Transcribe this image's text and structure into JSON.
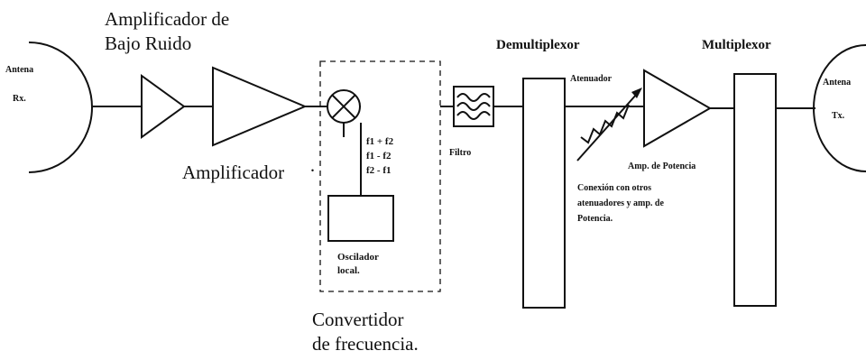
{
  "labels": {
    "antenna_rx_name": "Antena",
    "antenna_rx_tag": "Rx.",
    "lna_line1": "Amplificador de",
    "lna_line2": "Bajo Ruido",
    "amplifier": "Amplificador",
    "mixer_products": [
      "f1 + f2",
      "f1 - f2",
      "f2 - f1"
    ],
    "local_osc_line1": "Oscilador",
    "local_osc_line2": "local.",
    "converter_line1": "Convertidor",
    "converter_line2": "de frecuencia.",
    "filter": "Filtro",
    "demux": "Demultiplexor",
    "attenuator": "Atenuador",
    "power_amp": "Amp. de Potencia",
    "connection_note": [
      "Conexión con otros",
      "atenuadores y amp. de",
      "Potencia."
    ],
    "mux": "Multiplexor",
    "antenna_tx_name": "Antena",
    "antenna_tx_tag": "Tx."
  }
}
